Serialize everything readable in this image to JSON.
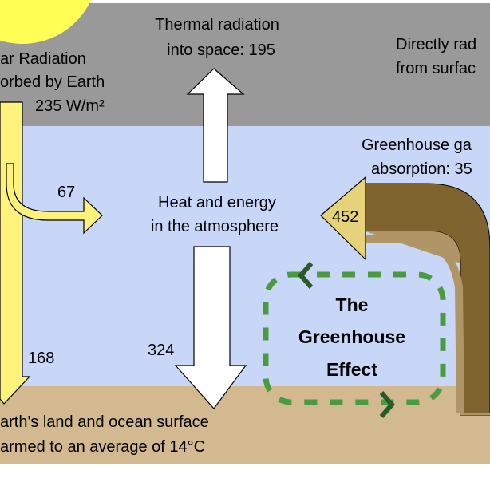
{
  "labels": {
    "solar_line1": "ar Radiation",
    "solar_line2": "orbed by Earth",
    "solar_line3": "235 W/m²",
    "thermal_line1": "Thermal radiation",
    "thermal_line2": "into space: 195",
    "direct_line1": "Directly rad",
    "direct_line2": "from surfac",
    "ghg_line1": "Greenhouse ga",
    "ghg_line2": "absorption: 35",
    "heat_line1": "Heat and energy",
    "heat_line2": "in the atmosphere",
    "val_67": "67",
    "val_452": "452",
    "val_168": "168",
    "val_324": "324",
    "greenhouse_line1": "The",
    "greenhouse_line2": "Greenhouse",
    "greenhouse_line3": "Effect",
    "surface_line1": "arth's land and ocean surface",
    "surface_line2": "armed to an average of 14°C"
  },
  "colors": {
    "space": "#999999",
    "atmosphere": "#c8d6f8",
    "ground": "#d2b98f",
    "sun": "#ffff55",
    "solar_arrow": "#fff27a",
    "ghg_arrow": "#e6d27a",
    "brown_dark": "#7f6430",
    "brown_light": "#b09666",
    "dash_green": "#4a9a40",
    "chevron_green": "#2a5a2a"
  }
}
